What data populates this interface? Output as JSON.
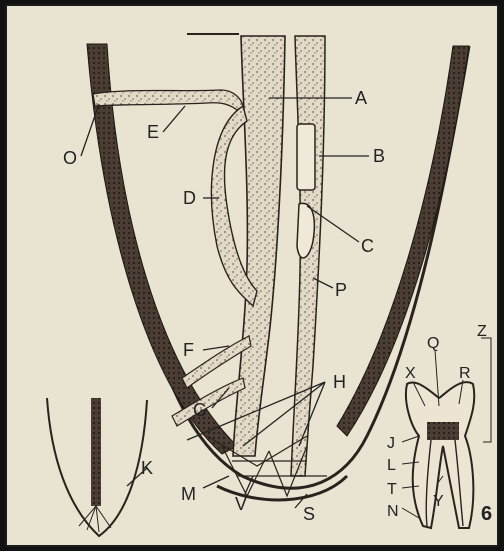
{
  "labels": {
    "A": "A",
    "B": "B",
    "C": "C",
    "D": "D",
    "E": "E",
    "F": "F",
    "G": "G",
    "H": "H",
    "K": "K",
    "M": "M",
    "O": "O",
    "P": "P",
    "S": "S",
    "V": "V",
    "Q": "Q",
    "R": "R",
    "X": "X",
    "Z": "Z",
    "J": "J",
    "L": "L",
    "T": "T",
    "N": "N",
    "Y": "Y"
  },
  "plate_number": "6",
  "colors": {
    "paper": "#e9e3d2",
    "ink": "#222222",
    "dark_band": "#3a2e26",
    "stipple": "#6b5e52",
    "plate_number": "#d9534f"
  }
}
